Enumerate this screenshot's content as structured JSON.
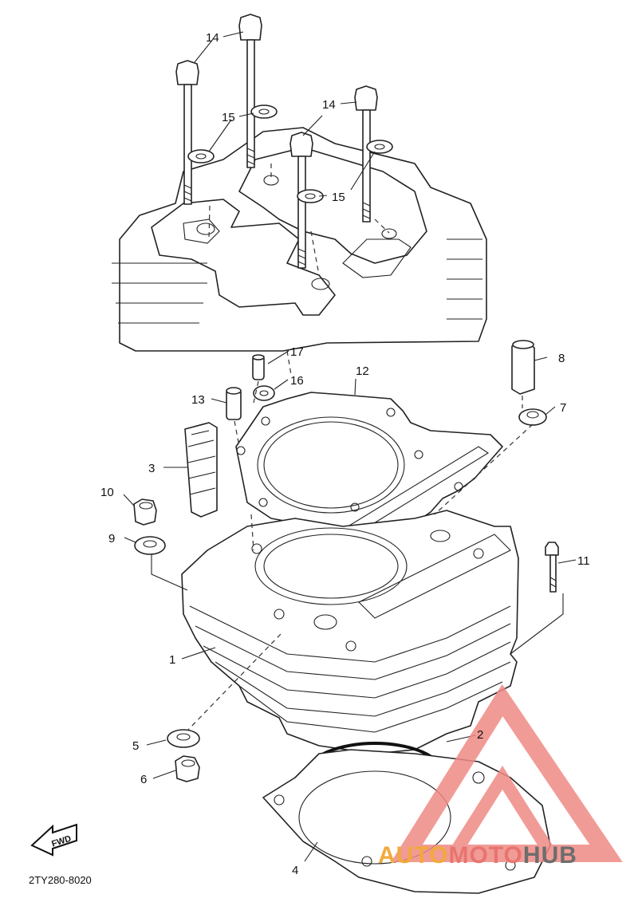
{
  "diagram": {
    "part_labels": {
      "p1": "1",
      "p2": "2",
      "p3": "3",
      "p4": "4",
      "p5": "5",
      "p6": "6",
      "p7": "7",
      "p8": "8",
      "p9": "9",
      "p10": "10",
      "p11": "11",
      "p12": "12",
      "p13": "13",
      "p16": "16",
      "p17": "17",
      "p14a": "14",
      "p14b": "14",
      "p15a": "15",
      "p15b": "15"
    },
    "direction_badge": "FWD",
    "drawing_code": "2TY280-8020"
  },
  "watermark": {
    "part1": "AUTO",
    "part2": "MOTO",
    "part3": "HUB",
    "colors": {
      "auto": "#f2a93b",
      "moto": "#e8746f",
      "hub": "#6d6d6d",
      "logo": "#ef8a86"
    }
  }
}
